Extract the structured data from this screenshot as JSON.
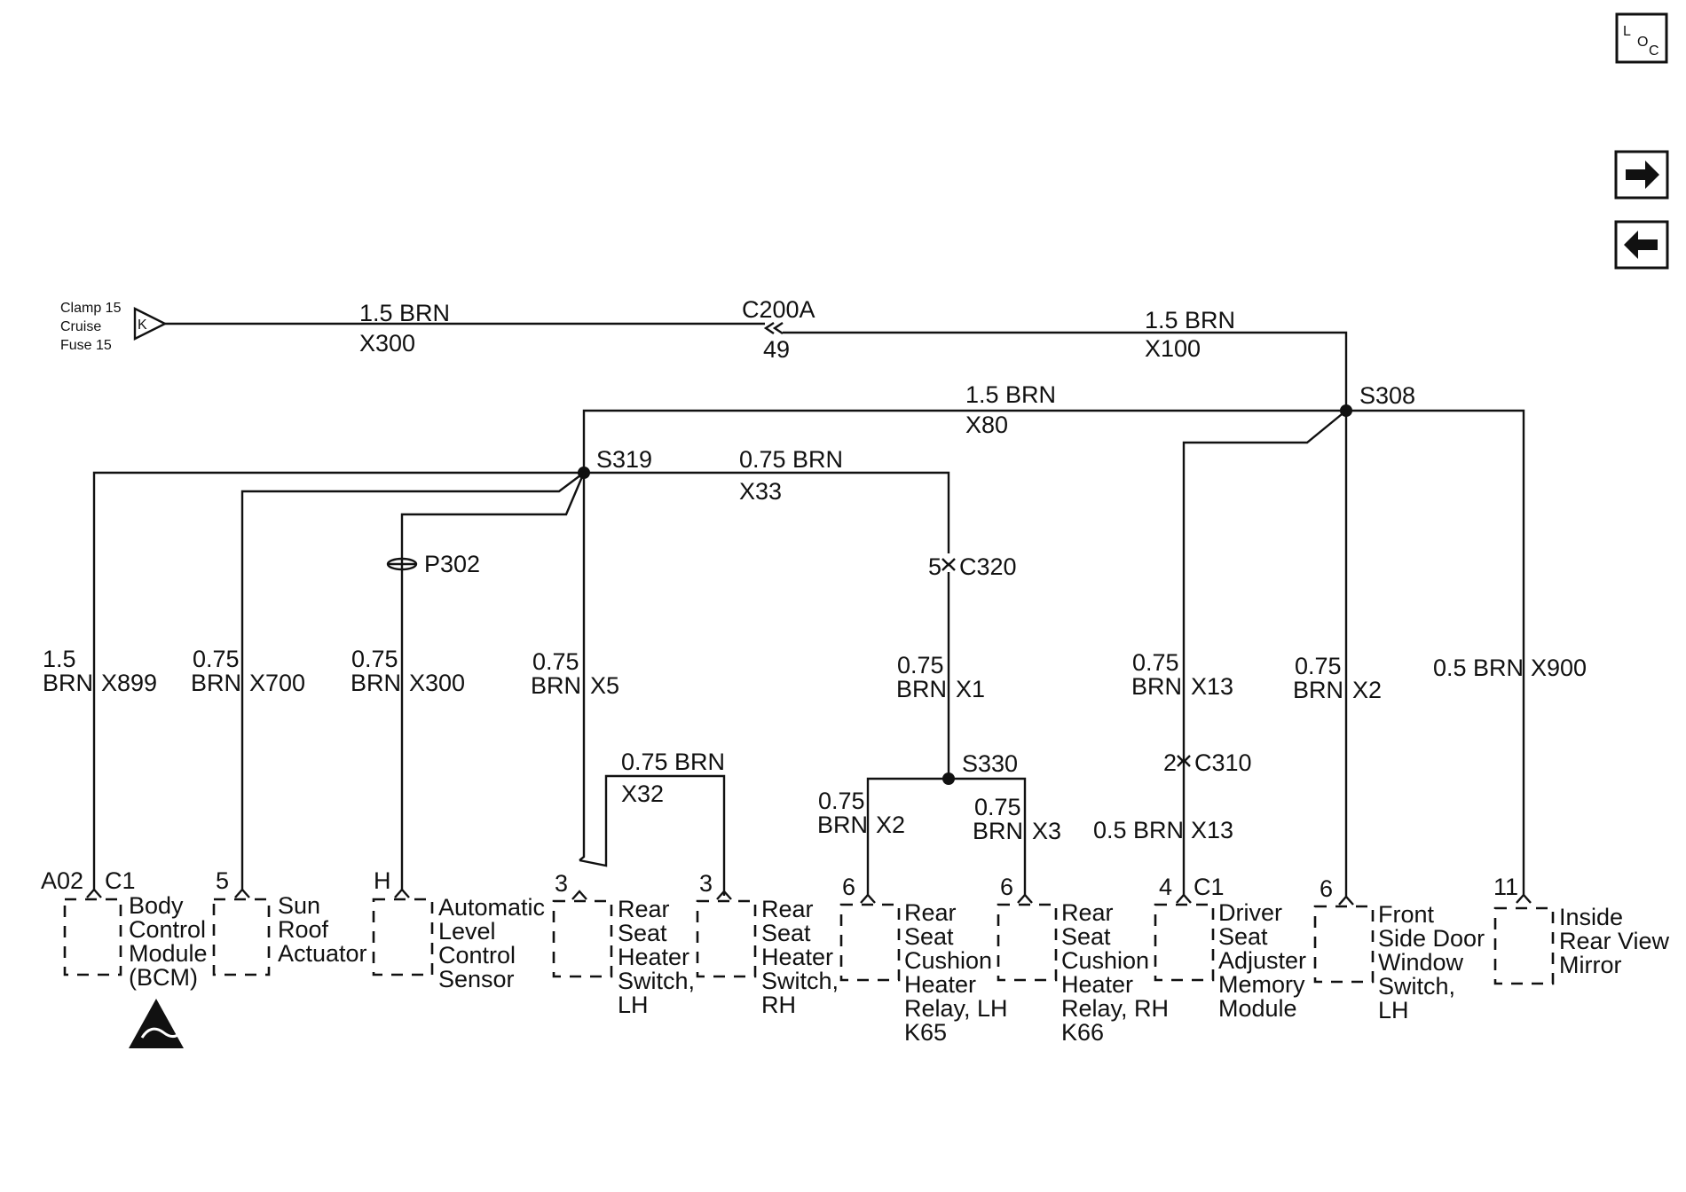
{
  "nav": {
    "loc_l": "L",
    "loc_o": "O",
    "loc_c": "C",
    "next_glyph": "➔",
    "prev_glyph": "←"
  },
  "source": {
    "line1": "Clamp 15",
    "line2": "Cruise",
    "line3": "Fuse 15",
    "terminal": "K"
  },
  "main": {
    "wire1": "1.5 BRN",
    "circuit1": "X300",
    "connector": "C200A",
    "pin": "49",
    "wire2": "1.5 BRN",
    "circuit2": "X100",
    "splice": "S308"
  },
  "x80": {
    "wire": "1.5 BRN",
    "circuit": "X80"
  },
  "s319": {
    "label": "S319",
    "wire": "0.75 BRN",
    "circuit": "X33"
  },
  "p302": {
    "label": "P302"
  },
  "c320": {
    "pin": "5",
    "label": "C320"
  },
  "s330": {
    "label": "S330"
  },
  "c310": {
    "pin": "2",
    "label": "C310"
  },
  "x32": {
    "wire": "0.75 BRN",
    "circuit": "X32"
  },
  "branches": {
    "bcm": {
      "size": "1.5",
      "color": "BRN",
      "circuit": "X899"
    },
    "sunroof": {
      "size": "0.75",
      "color": "BRN",
      "circuit": "X700"
    },
    "alc": {
      "size": "0.75",
      "color": "BRN",
      "circuit": "X300"
    },
    "rshl": {
      "size": "0.75",
      "color": "BRN",
      "circuit": "X5"
    },
    "x1": {
      "size": "0.75",
      "color": "BRN",
      "circuit": "X1"
    },
    "k65": {
      "size": "0.75",
      "color": "BRN",
      "circuit": "X2"
    },
    "k66": {
      "size": "0.75",
      "color": "BRN",
      "circuit": "X3"
    },
    "x13": {
      "size": "0.75",
      "color": "BRN",
      "circuit": "X13"
    },
    "x13b": {
      "wire": "0.5 BRN",
      "circuit": "X13"
    },
    "window": {
      "size": "0.75",
      "color": "BRN",
      "circuit": "X2"
    },
    "mirror": {
      "wire": "0.5 BRN",
      "circuit": "X900"
    }
  },
  "components": {
    "bcm": {
      "pin": "A02",
      "conn": "C1",
      "lines": [
        "Body",
        "Control",
        "Module",
        "(BCM)"
      ]
    },
    "sunroof": {
      "pin": "5",
      "lines": [
        "Sun",
        "Roof",
        "Actuator"
      ]
    },
    "alc": {
      "pin": "H",
      "lines": [
        "Automatic",
        "Level",
        "Control",
        "Sensor"
      ]
    },
    "rshl": {
      "pin": "3",
      "lines": [
        "Rear",
        "Seat",
        "Heater",
        "Switch,",
        "LH"
      ]
    },
    "rshr": {
      "pin": "3",
      "lines": [
        "Rear",
        "Seat",
        "Heater",
        "Switch,",
        "RH"
      ]
    },
    "k65": {
      "pin": "6",
      "lines": [
        "Rear",
        "Seat",
        "Cushion",
        "Heater",
        "Relay, LH",
        "K65"
      ]
    },
    "k66": {
      "pin": "6",
      "lines": [
        "Rear",
        "Seat",
        "Cushion",
        "Heater",
        "Relay, RH",
        "K66"
      ]
    },
    "dsam": {
      "pin": "4",
      "conn": "C1",
      "lines": [
        "Driver",
        "Seat",
        "Adjuster",
        "Memory",
        "Module"
      ]
    },
    "window": {
      "pin": "6",
      "lines": [
        "Front",
        "Side Door",
        "Window",
        "Switch,",
        "LH"
      ]
    },
    "mirror": {
      "pin": "11",
      "lines": [
        "Inside",
        "Rear View",
        "Mirror"
      ]
    }
  }
}
